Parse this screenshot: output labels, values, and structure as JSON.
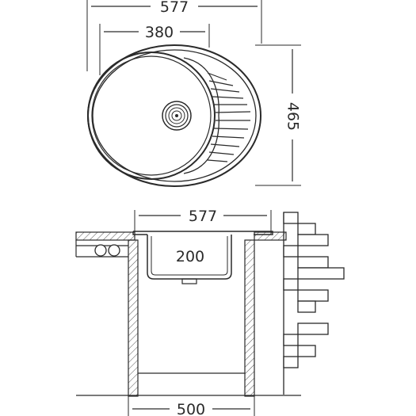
{
  "top_view": {
    "width_label": "577",
    "bowl_width_label": "380",
    "depth_label": "465"
  },
  "section_view": {
    "width_label": "577",
    "bowl_depth_label": "200",
    "cabinet_width_label": "500"
  },
  "colors": {
    "line": "#2a2a2a",
    "hatch": "#555555"
  }
}
